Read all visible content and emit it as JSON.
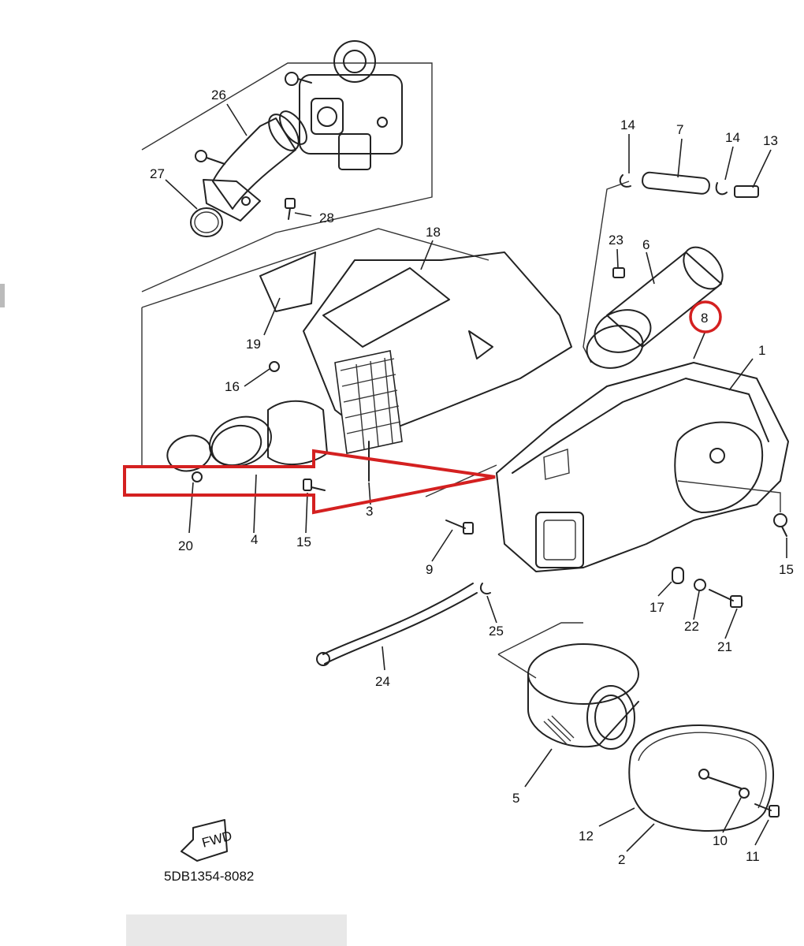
{
  "diagram": {
    "callouts": {
      "c1": "1",
      "c2": "2",
      "c3": "3",
      "c4": "4",
      "c5": "5",
      "c6": "6",
      "c7": "7",
      "c8": "8",
      "c9": "9",
      "c10": "10",
      "c11": "11",
      "c12": "12",
      "c13": "13",
      "c14a": "14",
      "c14b": "14",
      "c15a": "15",
      "c15b": "15",
      "c16": "16",
      "c17": "17",
      "c18": "18",
      "c19": "19",
      "c20": "20",
      "c21": "21",
      "c22": "22",
      "c23": "23",
      "c24": "24",
      "c25": "25",
      "c26": "26",
      "c27": "27",
      "c28": "28"
    },
    "fwd_label": "FWD",
    "drawing_code": "5DB1354-8082",
    "highlight_color": "#d42020",
    "line_color": "#222222"
  }
}
